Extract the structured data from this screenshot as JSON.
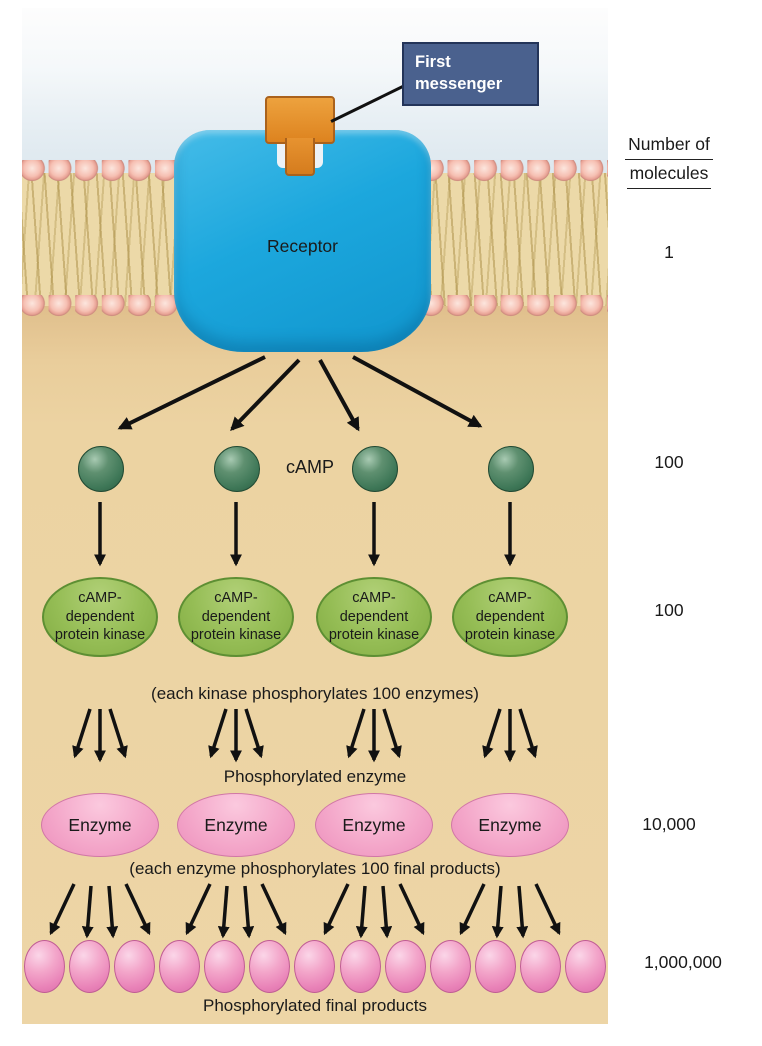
{
  "figure": {
    "labels": {
      "first_messenger": "First messenger",
      "receptor": "Receptor",
      "camp": "cAMP",
      "kinase_line1": "cAMP-",
      "kinase_line2": "dependent",
      "kinase_line3": "protein kinase",
      "caption_kinase": "(each kinase phosphorylates 100 enzymes)",
      "phosphorylated_enzyme": "Phosphorylated enzyme",
      "enzyme": "Enzyme",
      "caption_enzyme": "(each enzyme phosphorylates 100 final products)",
      "phosphorylated_final_products": "Phosphorylated final products"
    },
    "shape_counts": {
      "camp_spheres": 4,
      "kinase_ellipses": 4,
      "enzyme_ellipses": 4,
      "final_product_ovals": 13
    },
    "colors": {
      "receptor_blue": "#1ca7dd",
      "ligand_orange": "#dd831f",
      "label_box_blue": "#4a618e",
      "camp_green": "#3e7757",
      "kinase_green": "#95bd55",
      "enzyme_pink": "#f4a8ca",
      "product_pink": "#e983b8",
      "membrane_tan": "#ecd9a8",
      "cytoplasm_tan": "#ecd3a2",
      "lipid_head_pink": "#f6c0b3",
      "extracellular_blue": "#dce7ee"
    }
  },
  "molecule_column": {
    "header_line1": "Number of",
    "header_line2": "molecules",
    "values": [
      "1",
      "100",
      "100",
      "10,000",
      "1,000,000"
    ]
  }
}
